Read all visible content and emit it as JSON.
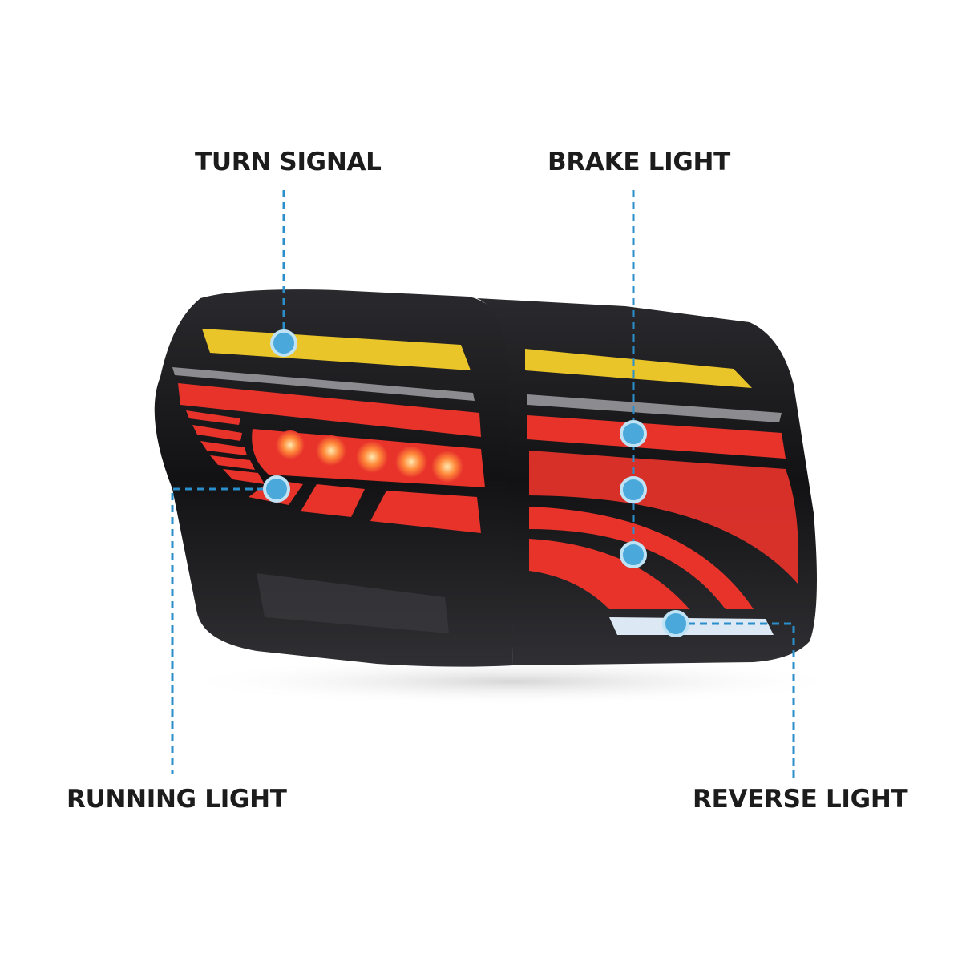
{
  "callouts": {
    "turn_signal": "TURN SIGNAL",
    "brake_light": "BRAKE LIGHT",
    "running_light": "RUNNING LIGHT",
    "reverse_light": "REVERSE LIGHT"
  },
  "colors": {
    "callout_line": "#2b8fcb",
    "callout_dot": "#4aa9da",
    "housing": "#151517",
    "red": "#e8332b",
    "amber": "#e9c52a",
    "reverse": "#dce9f5"
  }
}
